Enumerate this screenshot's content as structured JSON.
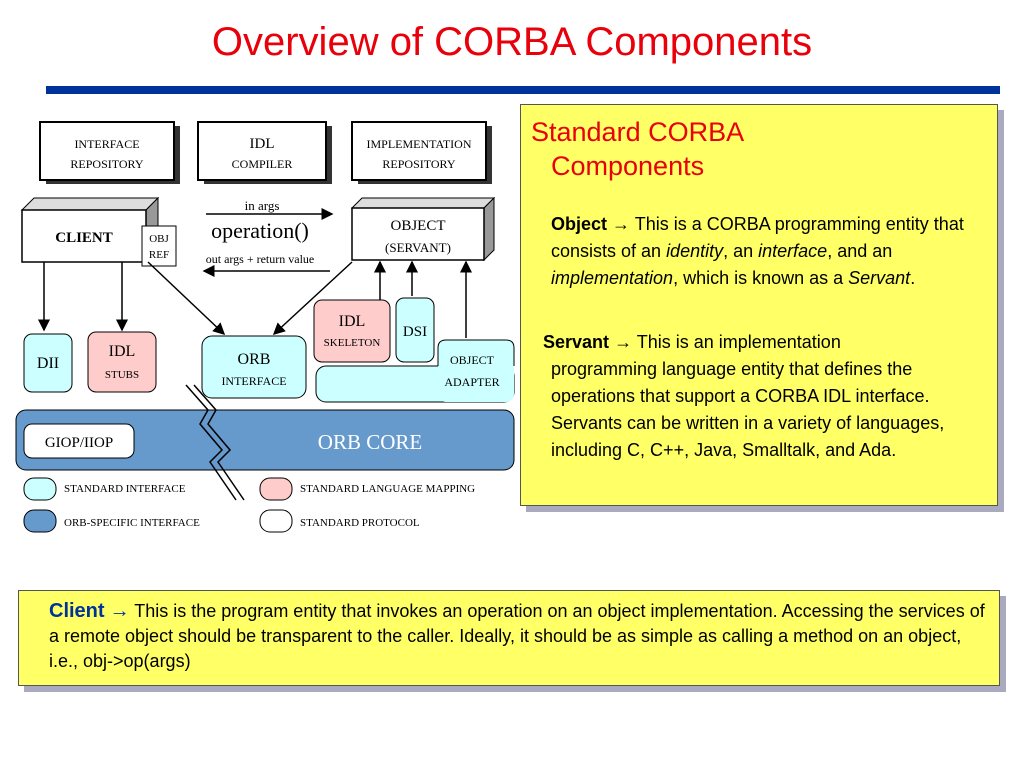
{
  "title": "Overview of CORBA Components",
  "diagram": {
    "interface_repository": [
      "INTERFACE",
      "REPOSITORY"
    ],
    "idl_compiler": [
      "IDL",
      "COMPILER"
    ],
    "implementation_repository": [
      "IMPLEMENTATION",
      "REPOSITORY"
    ],
    "client": "CLIENT",
    "obj_ref": [
      "OBJ",
      "REF"
    ],
    "in_args": "in args",
    "operation": "operation()",
    "out_args": "out args + return value",
    "object_servant": [
      "OBJECT",
      "(SERVANT)"
    ],
    "idl_skeleton": [
      "IDL",
      "SKELETON"
    ],
    "dsi": "DSI",
    "dii": "DII",
    "idl_stubs": [
      "IDL",
      "STUBS"
    ],
    "orb_interface": [
      "ORB",
      "INTERFACE"
    ],
    "object_adapter": [
      "OBJECT",
      "ADAPTER"
    ],
    "giop_iiop": "GIOP/IIOP",
    "orb_core": "ORB CORE",
    "legend": {
      "standard_interface": "STANDARD INTERFACE",
      "standard_language_mapping": "STANDARD LANGUAGE MAPPING",
      "orb_specific_interface": "ORB-SPECIFIC INTERFACE",
      "standard_protocol": "STANDARD PROTOCOL"
    },
    "colors": {
      "cyan": "#ccffff",
      "pink": "#ffcccc",
      "blue": "#6699cc",
      "white": "#ffffff"
    }
  },
  "right_panel": {
    "heading_line1": "Standard CORBA",
    "heading_line2": "Components",
    "object_term": "Object",
    "arrow": "→",
    "object_text_1": " This is a CORBA programming entity that consists of an ",
    "object_identity": "identity",
    "object_text_2": ", an ",
    "object_interface": "interface",
    "object_text_3": ", and an ",
    "object_implementation": "implementation",
    "object_text_4": ", which is known as a ",
    "object_servant": "Servant",
    "object_text_5": ".",
    "servant_term": "Servant",
    "servant_text_first": " This is an implementation",
    "servant_text_rest": "programming language entity that defines the operations that support a CORBA IDL interface. Servants can be written in a variety of languages, including C, C++, Java, Smalltalk, and Ada."
  },
  "bottom_panel": {
    "client_term": "Client",
    "arrow": "→",
    "client_text": " This is the program entity that invokes an operation on an object implementation. Accessing the services of a remote object should be transparent to the caller. Ideally, it should be as simple as calling a method on an object, i.e., obj->op(args)"
  }
}
